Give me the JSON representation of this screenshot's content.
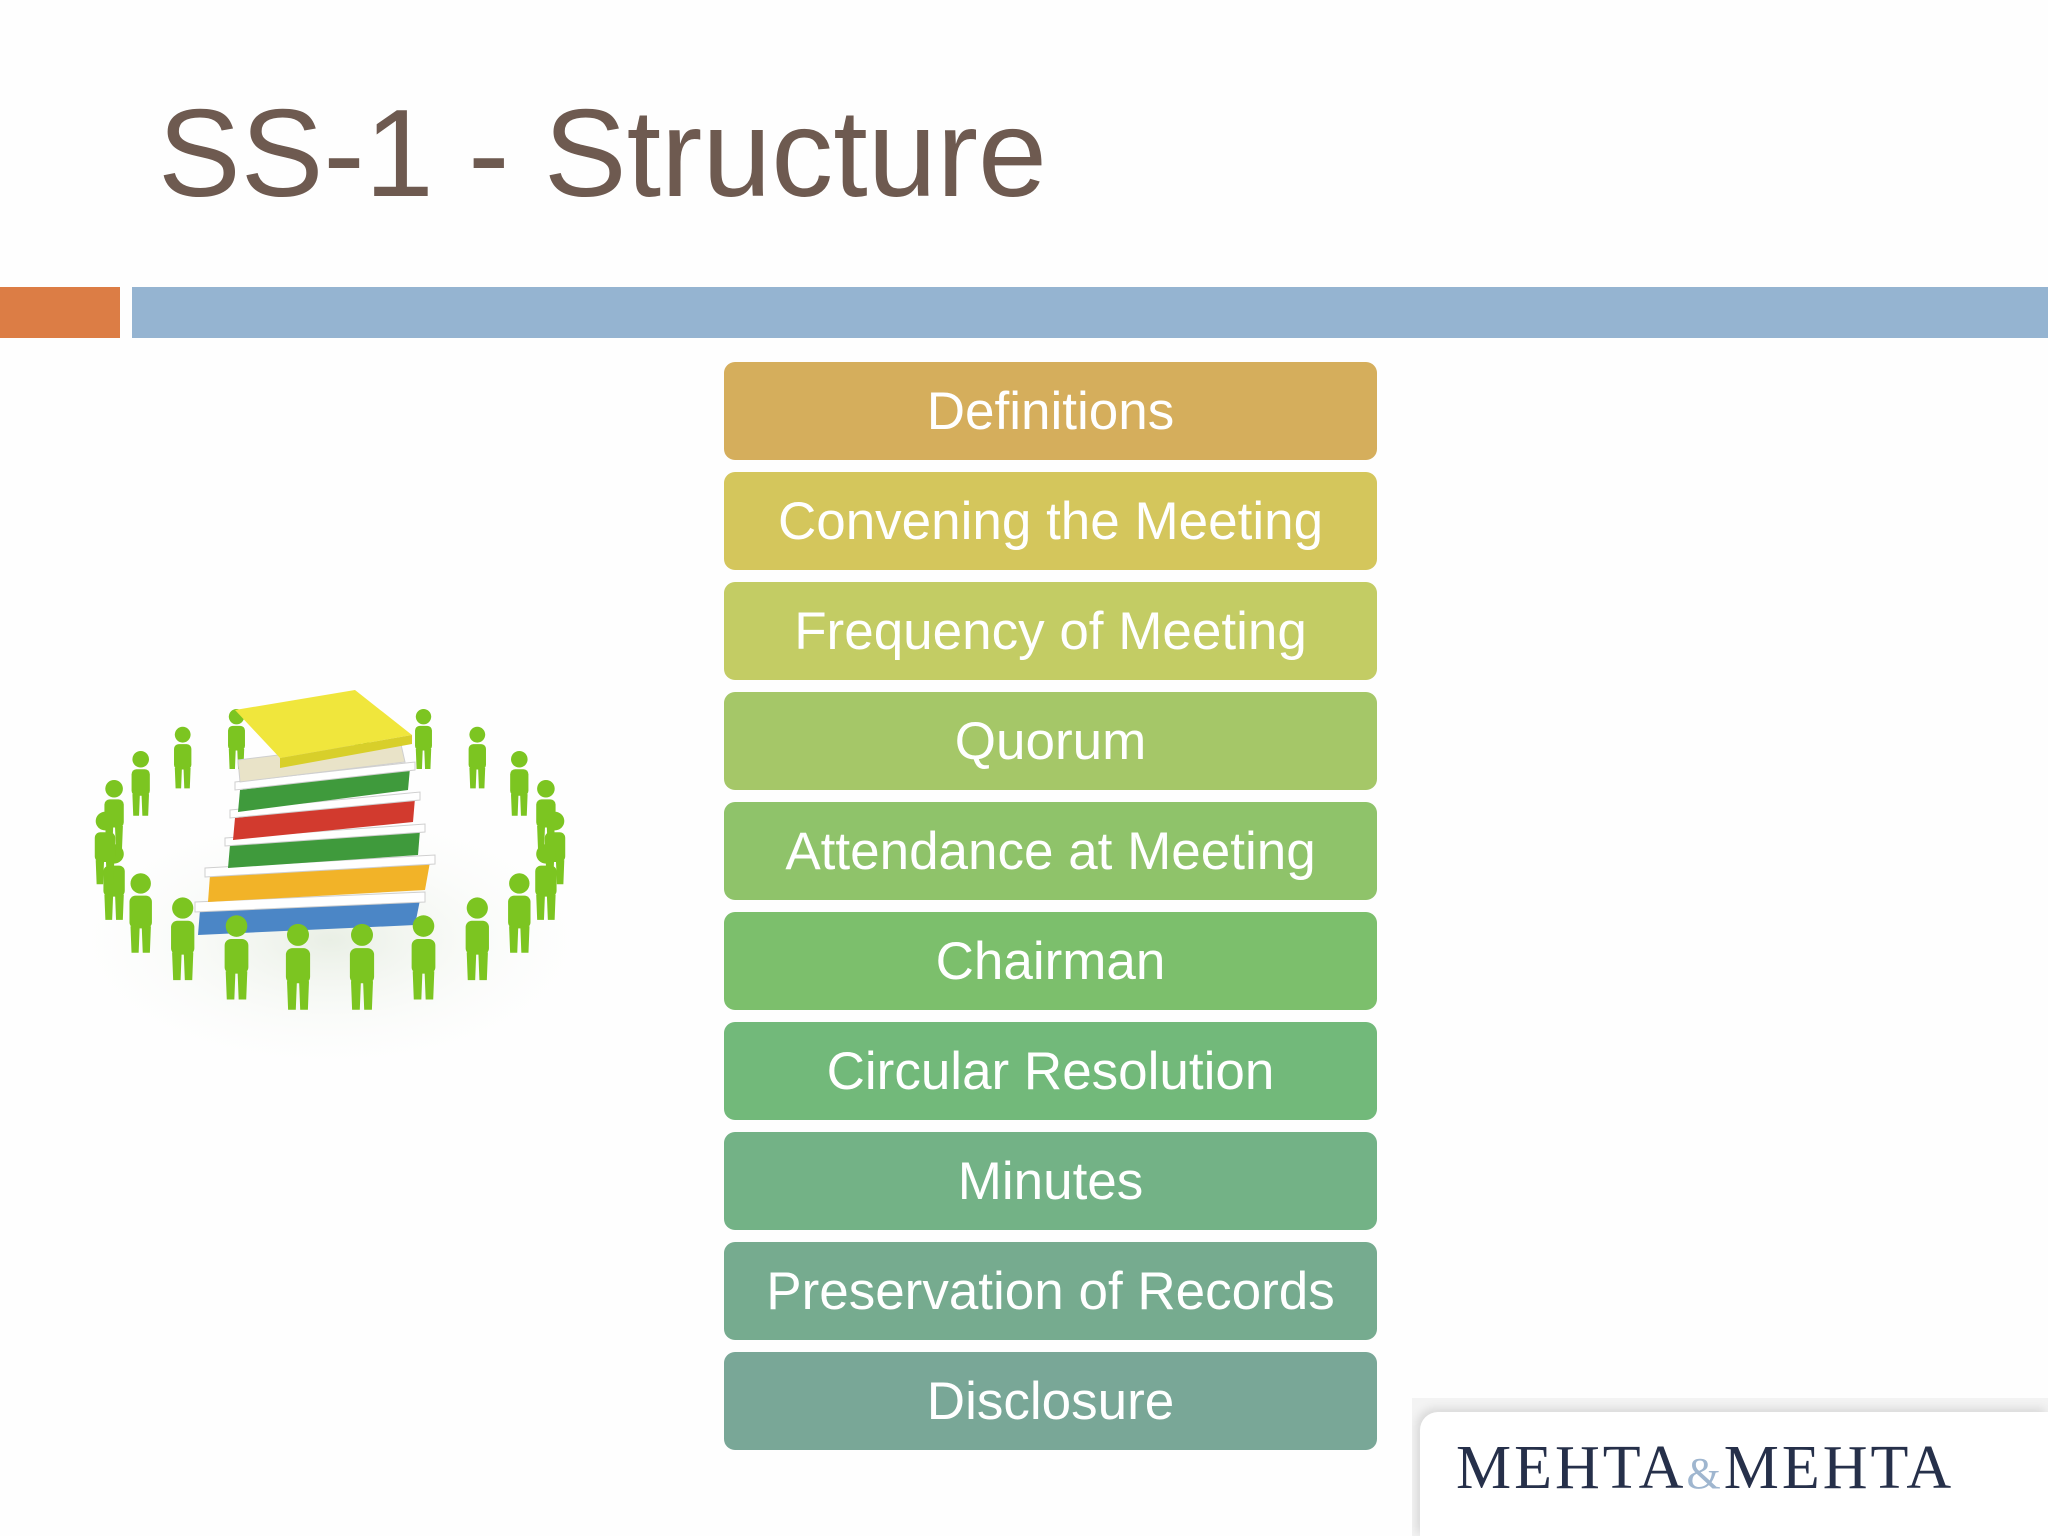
{
  "slide": {
    "title": "SS-1 - Structure",
    "accent_colors": {
      "orange": "#dc7d45",
      "blue": "#95b4d1",
      "title": "#6e5a50"
    }
  },
  "items": [
    {
      "label": "Definitions",
      "color": "#d5ae5c"
    },
    {
      "label": "Convening the Meeting",
      "color": "#d4c65c"
    },
    {
      "label": "Frequency of Meeting",
      "color": "#c3cc64"
    },
    {
      "label": "Quorum",
      "color": "#a5c768"
    },
    {
      "label": "Attendance at Meeting",
      "color": "#8fc36a"
    },
    {
      "label": "Chairman",
      "color": "#7cbf6c"
    },
    {
      "label": "Circular Resolution",
      "color": "#72b97a"
    },
    {
      "label": "Minutes",
      "color": "#73b286"
    },
    {
      "label": "Preservation of Records",
      "color": "#76ab8f"
    },
    {
      "label": "Disclosure",
      "color": "#79a797"
    }
  ],
  "logo": {
    "text": "MEHTA&MEHTA",
    "colors": {
      "text": "#26304a",
      "ampersand": "#9fb6cf"
    }
  },
  "illustration": {
    "icon": "people-around-books-icon",
    "colors": {
      "people": "#7cc521",
      "books": [
        "#f0e63c",
        "#d23a2e",
        "#3f9a3c",
        "#f2b328",
        "#4b86c6"
      ]
    }
  }
}
